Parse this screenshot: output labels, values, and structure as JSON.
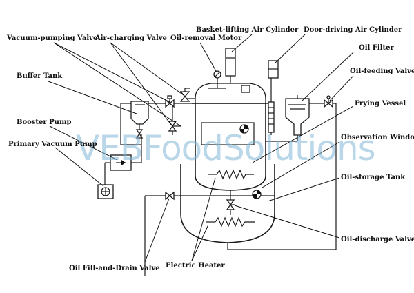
{
  "labels": {
    "vacuum_pumping_valve": "Vacuum-pumping Valve",
    "air_charging_valve": "Air-charging Valve",
    "oil_removal_motor": "Oil-removal Motor",
    "basket_lifting_air_cylinder": "Basket-lifting Air Cylinder",
    "door_driving_air_cylinder": "Door-driving Air Cylinder",
    "oil_filter": "Oil Filter",
    "oil_feeding_valve": "Oil-feeding Valve",
    "buffer_tank": "Buffer Tank",
    "frying_vessel": "Frying Vessel",
    "booster_pump": "Booster Pump",
    "observation_window": "Observation Window",
    "primary_vacuum_pump": "Primary Vacuum Pump",
    "oil_storage_tank": "Oil-storage Tank",
    "oil_discharge_valve": "Oil-discharge Valve",
    "oil_fill_and_drain_valve": "Oil Fill-and-Drain Valve",
    "electric_heater": "Electric Heater"
  },
  "watermark": "VEBFoodSolutions",
  "colors": {
    "line": "#1a1a1a",
    "watermark": "#7fb6d6",
    "background": "#ffffff"
  }
}
